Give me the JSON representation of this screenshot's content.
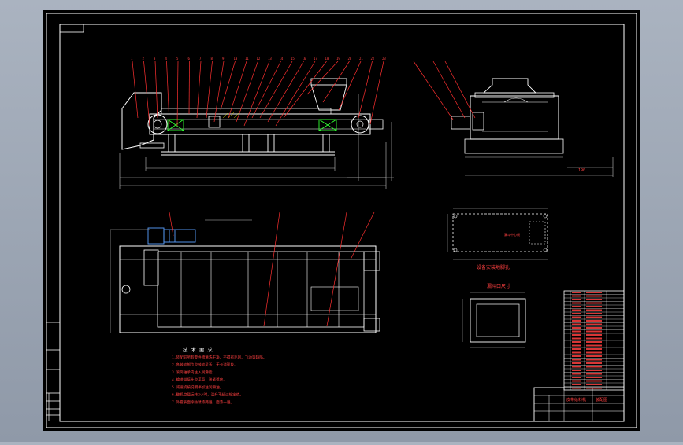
{
  "colors": {
    "window_bg": "#9aa4b2",
    "sheet": "#000000",
    "frame": "#ffffff",
    "body": "#ffffff",
    "dims": "#c0c0c0",
    "leaders": "#ff3030",
    "motor": "#5aa0ff",
    "gears": "#30ff30",
    "annot_text": "#ff4040",
    "hatch": "#ffff00"
  },
  "icons": {
    "pulley": "circle-cross",
    "roller": "circle"
  },
  "labels": {
    "tech_req_title": "技 术 要 求",
    "hole_layout_title": "设备安装地脚孔",
    "outlet_title": "漏斗口尺寸",
    "side_dim": "190",
    "detail_note": "漏斗中心线",
    "title_block_name": "皮带给料机",
    "title_block_sub": "装配图"
  },
  "top_balloons": [
    "1",
    "2",
    "3",
    "4",
    "5",
    "6",
    "7",
    "8",
    "9",
    "10",
    "11",
    "12",
    "13",
    "14",
    "15",
    "16",
    "17",
    "18",
    "19",
    "20",
    "21",
    "22",
    "23"
  ],
  "tech_requirements": [
    "1.装配前所有零件须清洗干净，不得有毛刺、飞边等缺陷。",
    "2.各转动部位应转动灵活，无卡滞现象。",
    "3.滚筒轴承内注入润滑脂。",
    "4.输送带接头应平直，张紧适度。",
    "5.减速机按说明书加注润滑油。",
    "6.整机空载运转2小时，温升不超过规定值。",
    "7.外露表面涂防锈漆两遍，面漆一遍。"
  ],
  "parts_table_rows": 28,
  "sheet_size": "A1"
}
